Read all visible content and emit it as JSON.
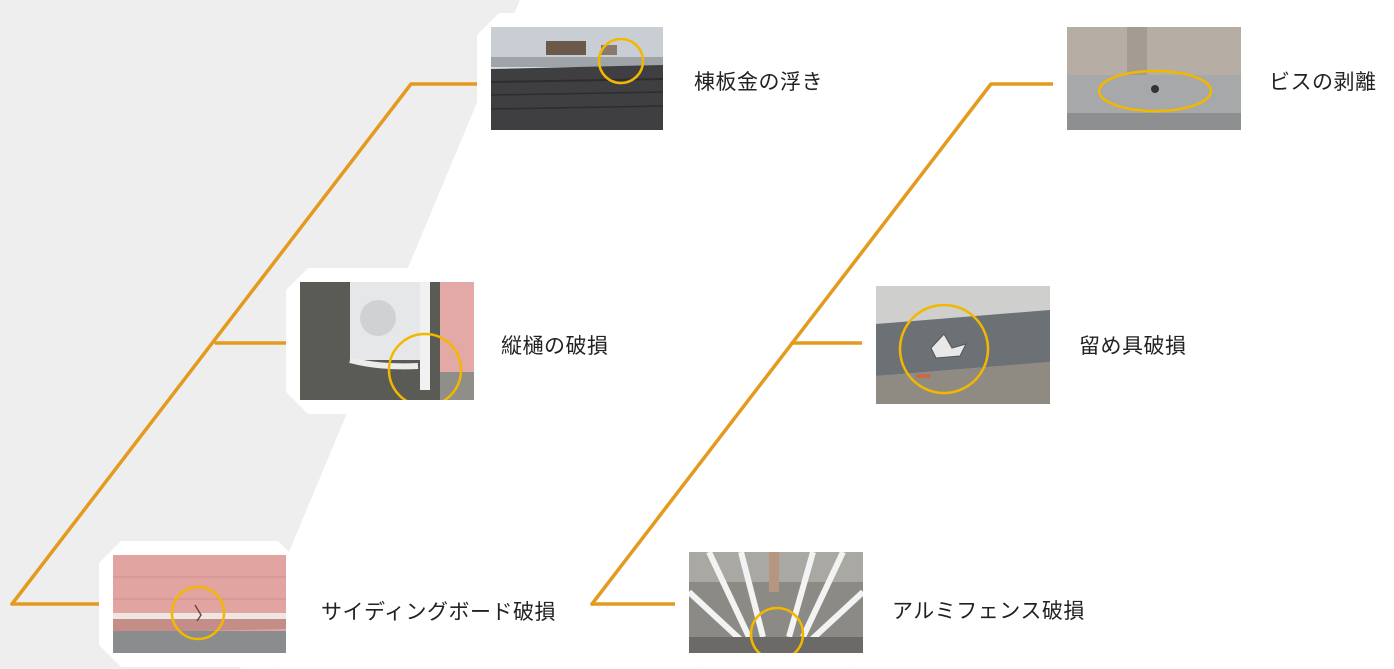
{
  "colors": {
    "connector": "#E39A1E",
    "highlight_circle": "#F2B800",
    "background_band": "#EEEEEE",
    "label_text": "#222222"
  },
  "left_group": {
    "items": [
      {
        "label": "棟板金の浮き",
        "photo_icon": "roof-ridge-photo-icon"
      },
      {
        "label": "縦樋の破損",
        "photo_icon": "downspout-photo-icon"
      },
      {
        "label": "サイディングボード破損",
        "photo_icon": "siding-board-photo-icon"
      }
    ]
  },
  "right_group": {
    "items": [
      {
        "label": "ビスの剥離",
        "photo_icon": "screw-photo-icon"
      },
      {
        "label": "留め具破損",
        "photo_icon": "fastener-photo-icon"
      },
      {
        "label": "アルミフェンス破損",
        "photo_icon": "aluminum-fence-photo-icon"
      }
    ]
  }
}
